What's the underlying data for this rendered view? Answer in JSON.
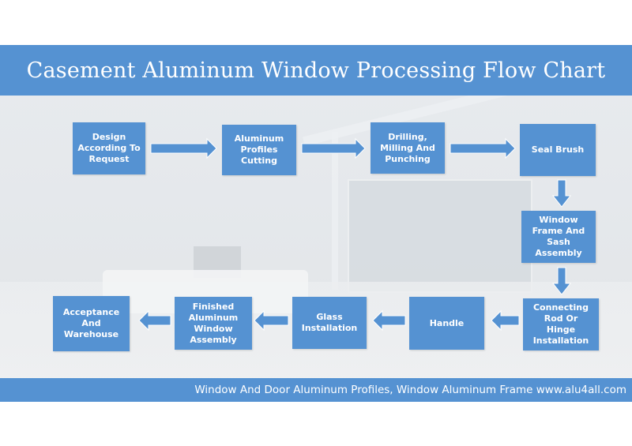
{
  "title": "Casement Aluminum Window Processing Flow Chart",
  "footer": "Window And Door Aluminum Profiles, Window Aluminum Frame www.alu4all.com",
  "colors": {
    "accent": "#5592d2",
    "text": "#ffffff"
  },
  "steps": [
    {
      "id": "design",
      "label": "Design According To Request"
    },
    {
      "id": "cutting",
      "label": "Aluminum Profiles Cutting"
    },
    {
      "id": "drilling",
      "label": "Drilling, Milling And Punching"
    },
    {
      "id": "seal",
      "label": "Seal Brush"
    },
    {
      "id": "frame",
      "label": "Window Frame And Sash Assembly"
    },
    {
      "id": "connecting",
      "label": "Connecting Rod Or Hinge Installation"
    },
    {
      "id": "handle",
      "label": "Handle"
    },
    {
      "id": "glass",
      "label": "Glass Installation"
    },
    {
      "id": "finished",
      "label": "Finished Aluminum Window Assembly"
    },
    {
      "id": "acceptance",
      "label": "Acceptance And Warehouse"
    }
  ]
}
